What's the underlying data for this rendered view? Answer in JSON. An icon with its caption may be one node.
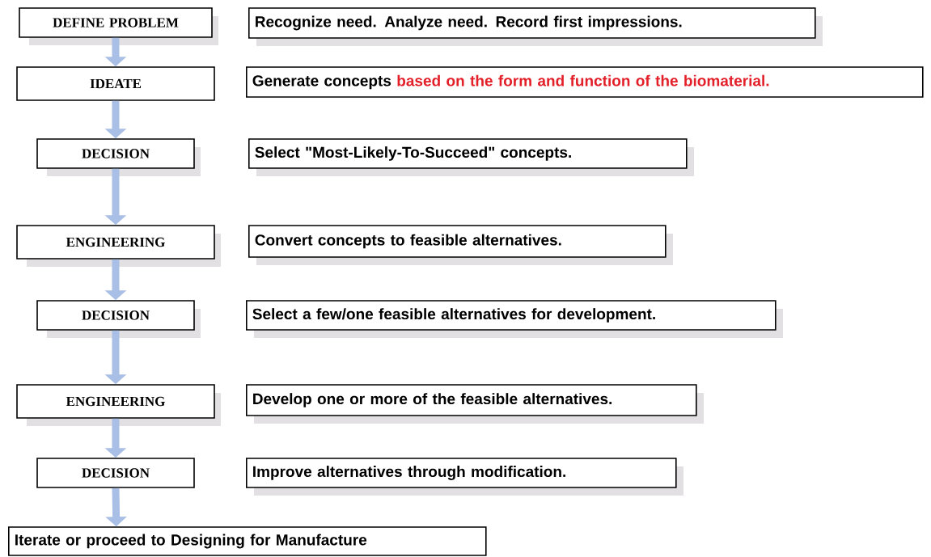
{
  "diagram": {
    "nodes": [
      {
        "text": [
          "DEFINE PROBLEM"
        ]
      },
      {
        "text": [
          "Recognize need. Analyze need. Record first impressions."
        ]
      },
      {
        "text": [
          "IDEATE"
        ]
      },
      {
        "text": [
          "Generate concepts",
          "based on the form and function of the biomaterial."
        ]
      },
      {
        "text": [
          "DECISION"
        ]
      },
      {
        "text": [
          "Select \"Most-Likely-To-Succeed\" concepts."
        ]
      },
      {
        "text": [
          "ENGINEERING"
        ]
      },
      {
        "text": [
          "Convert concepts to feasible alternatives."
        ]
      },
      {
        "text": [
          "DECISION"
        ]
      },
      {
        "text": [
          "Select a few/one feasible alternatives for development."
        ]
      },
      {
        "text": [
          "ENGINEERING"
        ]
      },
      {
        "text": [
          "Develop one or more of the feasible alternatives."
        ]
      },
      {
        "text": [
          "DECISION"
        ]
      },
      {
        "text": [
          "Improve alternatives through modification."
        ]
      },
      {
        "text": [
          "Iterate or proceed to Designing for Manufacture"
        ]
      }
    ],
    "edges": [
      {
        "from": 0,
        "to": 2,
        "arrow": "to"
      },
      {
        "from": 2,
        "to": 4,
        "arrow": "to"
      },
      {
        "from": 4,
        "to": 6,
        "arrow": "to"
      },
      {
        "from": 6,
        "to": 8,
        "arrow": "to"
      },
      {
        "from": 8,
        "to": 10,
        "arrow": "to"
      },
      {
        "from": 10,
        "to": 12,
        "arrow": "to"
      },
      {
        "from": 12,
        "to": 14,
        "arrow": "to"
      }
    ]
  }
}
